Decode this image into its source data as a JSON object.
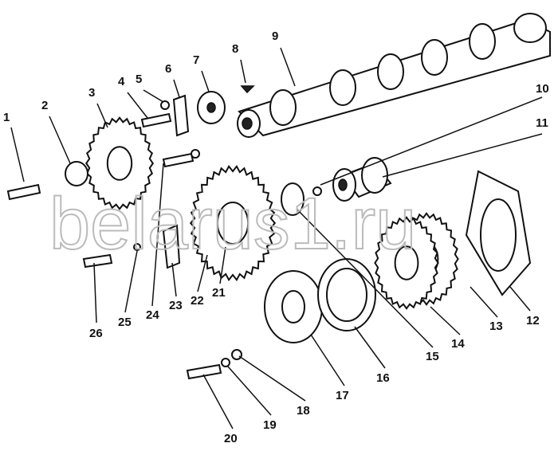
{
  "watermark": "belarus1.ru",
  "labels": [
    "1",
    "2",
    "3",
    "4",
    "5",
    "6",
    "7",
    "8",
    "9",
    "10",
    "11",
    "12",
    "13",
    "14",
    "15",
    "16",
    "17",
    "18",
    "19",
    "20",
    "21",
    "22",
    "23",
    "24",
    "25",
    "26"
  ]
}
